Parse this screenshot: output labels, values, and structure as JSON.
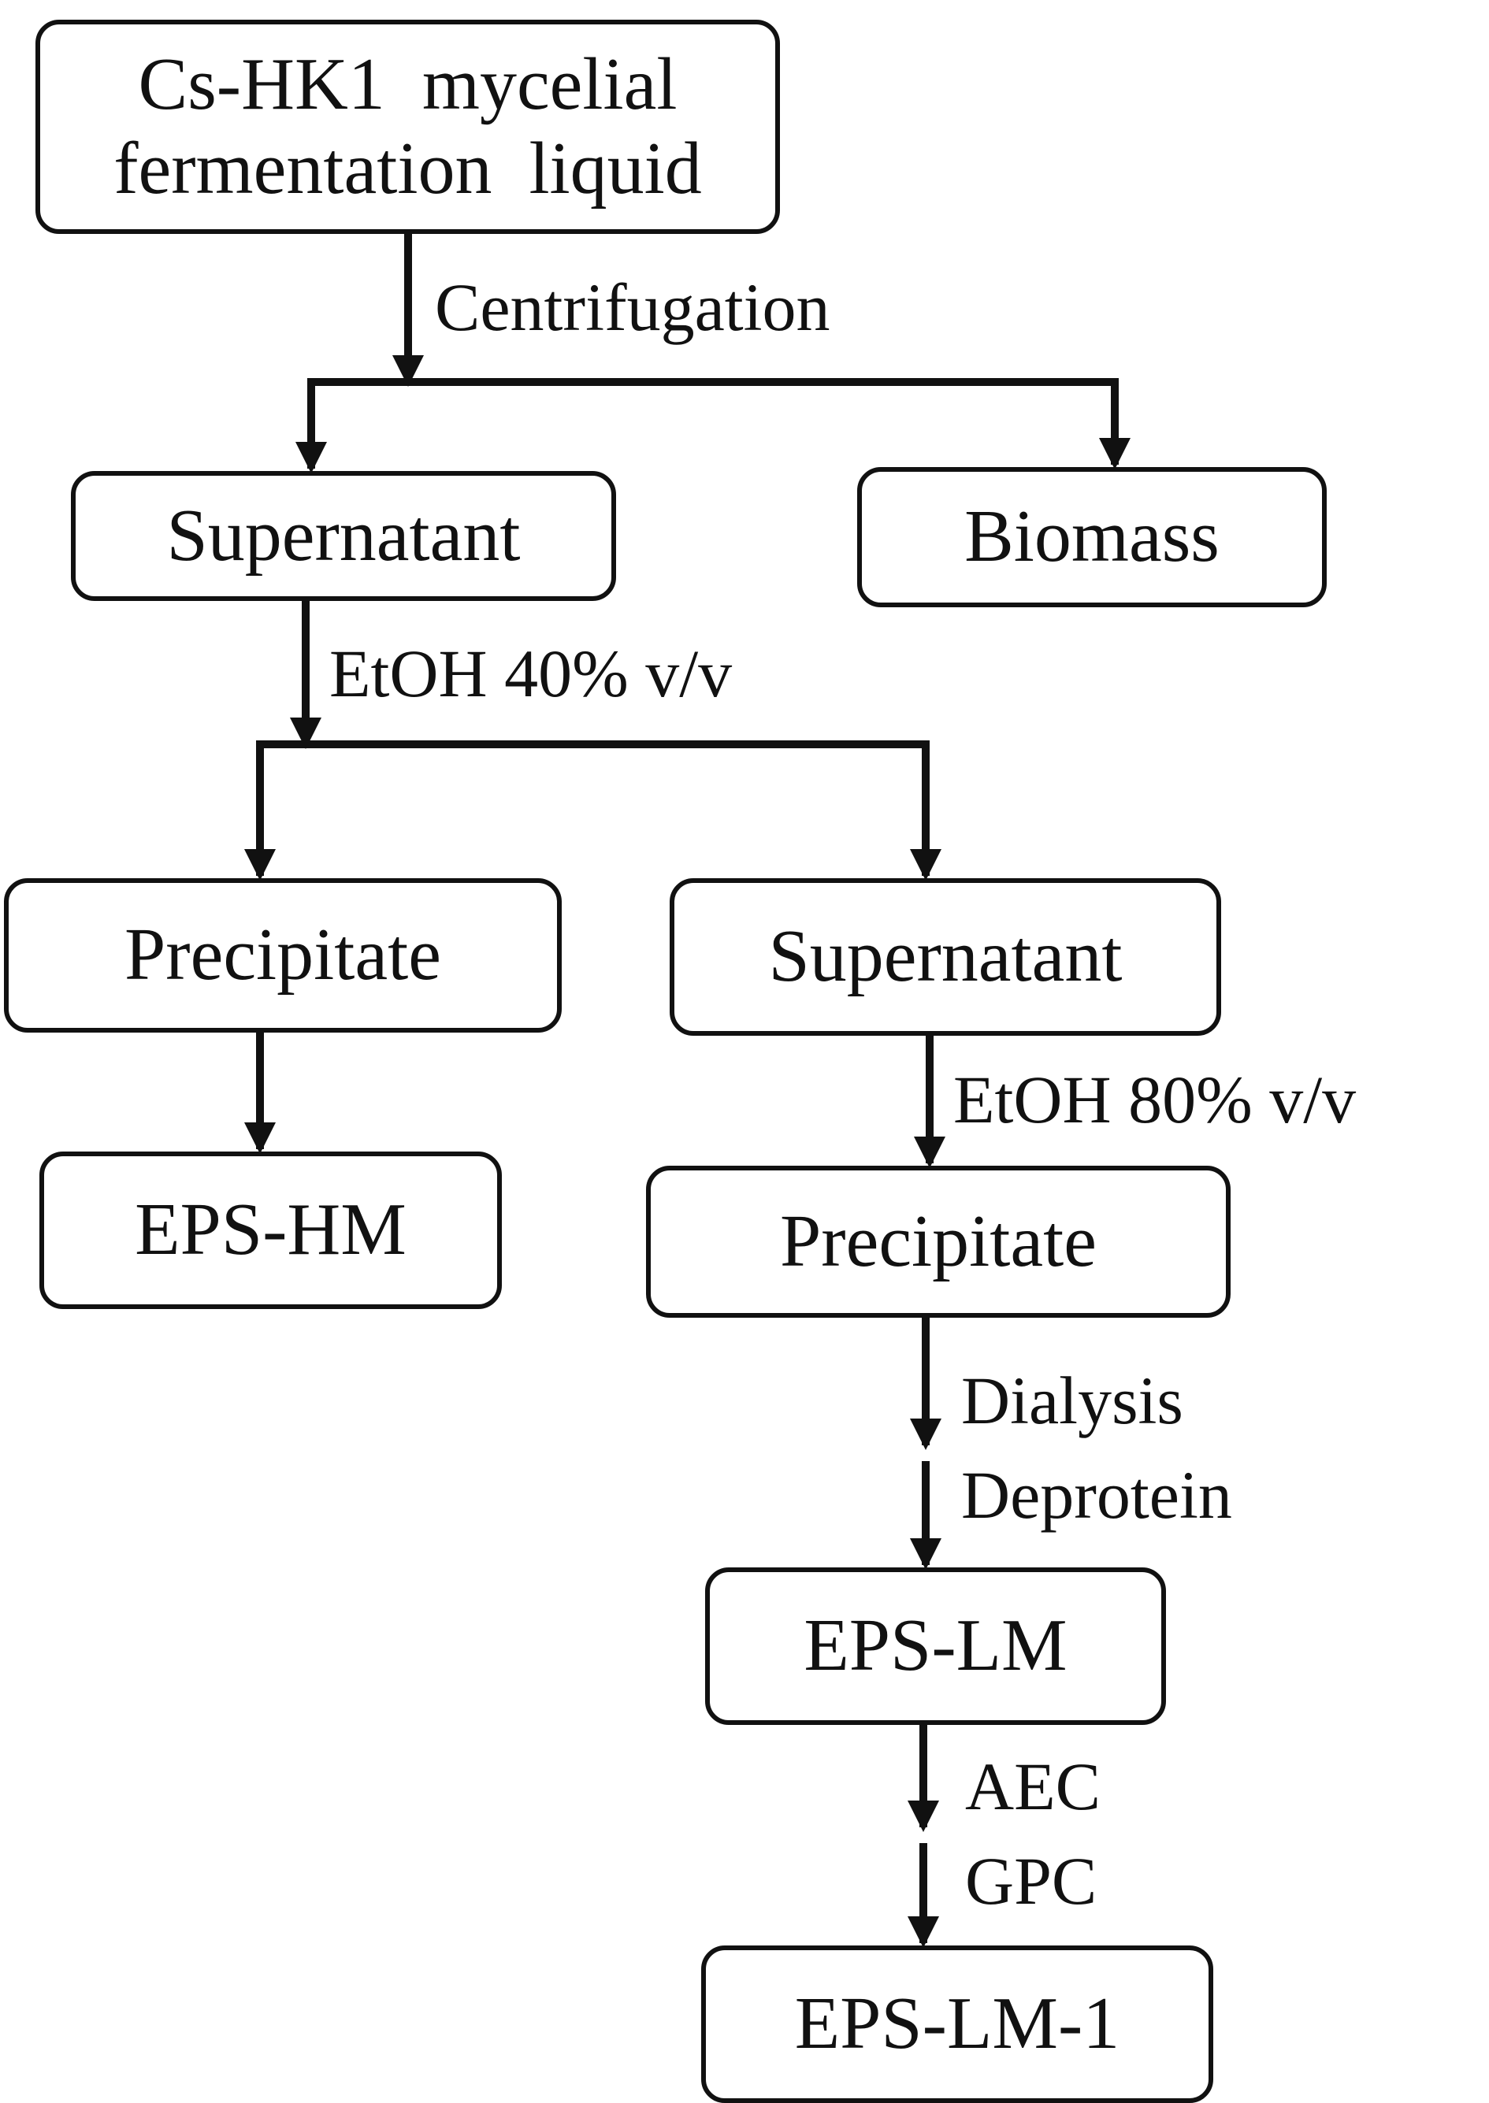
{
  "nodes": {
    "source_line1": "Cs-HK1  mycelial",
    "source_line2": "fermentation  liquid",
    "supernatant_1": "Supernatant",
    "biomass": "Biomass",
    "precipitate_1": "Precipitate",
    "supernatant_2": "Supernatant",
    "eps_hm": "EPS-HM",
    "precipitate_2": "Precipitate",
    "eps_lm": "EPS-LM",
    "eps_lm_1": "EPS-LM-1"
  },
  "steps": {
    "centrifugation": "Centrifugation",
    "etoh_40": "EtOH 40% v/v",
    "etoh_80": "EtOH 80% v/v",
    "dialysis": "Dialysis",
    "deprotein": "Deprotein",
    "aec": "AEC",
    "gpc": "GPC"
  },
  "colors": {
    "line": "#111111",
    "background": "#ffffff"
  }
}
